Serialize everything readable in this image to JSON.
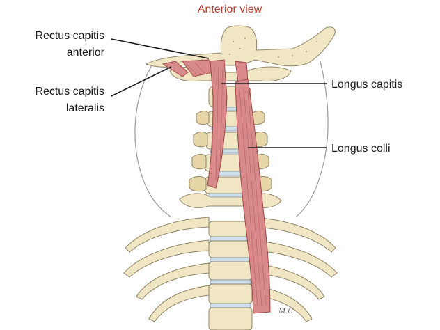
{
  "title": "Anterior view",
  "labels": {
    "rectus_capitis_anterior_line1": "Rectus capitis",
    "rectus_capitis_anterior_line2": "anterior",
    "rectus_capitis_lateralis_line1": "Rectus capitis",
    "rectus_capitis_lateralis_line2": "lateralis",
    "longus_capitis": "Longus capitis",
    "longus_colli": "Longus colli"
  },
  "signature": "M.C.",
  "colors": {
    "title": "#c0392b",
    "bone": "#f1e6c4",
    "muscle": "#d88a8a",
    "disc": "#cfe0ea"
  }
}
